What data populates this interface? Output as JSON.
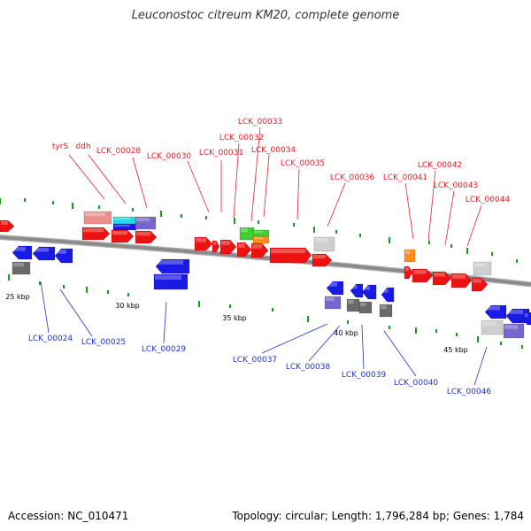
{
  "title": "Leuconostoc citreum KM20, complete genome",
  "footer": {
    "accession": "Accession: NC_010471",
    "stats": "Topology: circular; Length: 1,796,284 bp; Genes: 1,784"
  },
  "colors": {
    "forward_label": "#e8202a",
    "reverse_label": "#2233cc",
    "gene_red": "#ee1111",
    "gene_blue": "#1a1ae6",
    "gene_pink": "#ec8f8f",
    "gene_cyan": "#22d8f0",
    "gene_purple": "#7766cc",
    "gene_green": "#44cc33",
    "gene_orange": "#ff8c1a",
    "gene_light_gray": "#cfcfcf",
    "gene_dark_gray": "#6a6a6a",
    "backbone": "#8a8a8a",
    "tick": "#1a9c1a"
  },
  "scale_labels": [
    "25 kbp",
    "30 kbp",
    "35 kbp",
    "40 kbp",
    "45 kbp"
  ],
  "forward_gene_labels": [
    "tyrS",
    "ddh",
    "LCK_00028",
    "LCK_00030",
    "LCK_00031",
    "LCK_00032",
    "LCK_00033",
    "LCK_00034",
    "LCK_00035",
    "LCK_00036",
    "LCK_00041",
    "LCK_00042",
    "LCK_00043",
    "LCK_00044"
  ],
  "reverse_gene_labels": [
    "LCK_00024",
    "LCK_00025",
    "LCK_00029",
    "LCK_00037",
    "LCK_00038",
    "LCK_00039",
    "LCK_00040",
    "LCK_00046"
  ]
}
